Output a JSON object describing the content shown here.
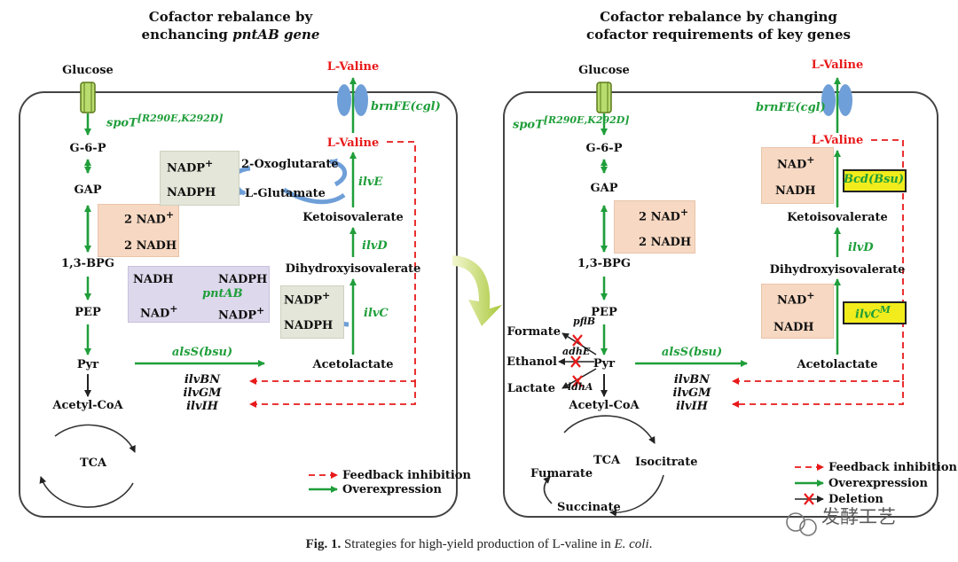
{
  "left_panel": {
    "title_line1": "Cofactor rebalance by",
    "title_line2_prefix": "enchancing ",
    "title_line2_gene": "pntAB gene",
    "glucose": "Glucose",
    "spot": "spoT",
    "spot_sup": "[R290E,K292D]",
    "g6p": "G-6-P",
    "gap": "GAP",
    "bpg": "1,3-BPG",
    "pep": "PEP",
    "pyr": "Pyr",
    "acetyl_coa": "Acetyl-CoA",
    "tca": "TCA",
    "nad2": "2 NAD",
    "nadh2": "2 NADH",
    "nadph_ilve": "NADPH",
    "nadp_ilve": "NADP",
    "oxoglutarate": "2-Oxoglutarate",
    "glutamate": "L-Glutamate",
    "ilve": "ilvE",
    "lvaline_top": "L-Valine",
    "lvaline_inner": "L-Valine",
    "brnfe": "brnFE(cgl)",
    "ketoiso": "Ketoisovalerate",
    "ilvd": "ilvD",
    "dihydroxy": "Dihydroxyisovalerate",
    "nadp_ilvc": "NADP",
    "nadph_ilvc": "NADPH",
    "ilvc": "ilvC",
    "pnt_nadh": "NADH",
    "pnt_nadph": "NADPH",
    "pnt_nad": "NAD",
    "pnt_nadp": "NADP",
    "pntab": "pntAB",
    "alss": "alsS(bsu)",
    "acetolactate": "Acetolactate",
    "ilvbn": "ilvBN",
    "ilvgm": "ilvGM",
    "ilvih": "ilvIH",
    "legend_feedback": "Feedback inhibition",
    "legend_over": "Overexpression"
  },
  "right_panel": {
    "title_line1": "Cofactor rebalance by changing",
    "title_line2": "cofactor requirements of key genes",
    "glucose": "Glucose",
    "spot": "spoT",
    "spot_sup": "[R290E,K292D]",
    "g6p": "G-6-P",
    "gap": "GAP",
    "bpg": "1,3-BPG",
    "pep": "PEP",
    "pyr": "Pyr",
    "acetyl_coa": "Acetyl-CoA",
    "tca": "TCA",
    "isocitrate": "Isocitrate",
    "fumarate": "Fumarate",
    "succinate": "Succinate",
    "formate": "Formate",
    "ethanol": "Ethanol",
    "lactate": "Lactate",
    "pflb": "pflB",
    "adhe": "adhE",
    "ldha": "ldhA",
    "nad2": "2 NAD",
    "nadh2": "2 NADH",
    "lvaline_top": "L-Valine",
    "lvaline_inner": "L-Valine",
    "brnfe": "brnFE(cgl)",
    "nad_bcd": "NAD",
    "nadh_bcd": "NADH",
    "bcd": "Bcd(Bsu)",
    "ketoiso": "Ketoisovalerate",
    "ilvd": "ilvD",
    "dihydroxy": "Dihydroxyisovalerate",
    "nad_ilvc": "NAD",
    "nadh_ilvc": "NADH",
    "ilvcm": "ilvC",
    "ilvcm_sup": "M",
    "alss": "alsS(bsu)",
    "acetolactate": "Acetolactate",
    "ilvbn": "ilvBN",
    "ilvgm": "ilvGM",
    "ilvih": "ilvIH",
    "legend_feedback": "Feedback inhibition",
    "legend_over": "Overexpression",
    "legend_deletion": "Deletion"
  },
  "plus": "+",
  "caption": {
    "fig": "Fig. 1.",
    "text": " Strategies for high-yield production of L-valine in ",
    "species": "E. coli",
    "end": "."
  },
  "watermark": "发酵工艺",
  "colors": {
    "green": "#1f9e3a",
    "red": "#e8191a",
    "cell": "#444444"
  }
}
